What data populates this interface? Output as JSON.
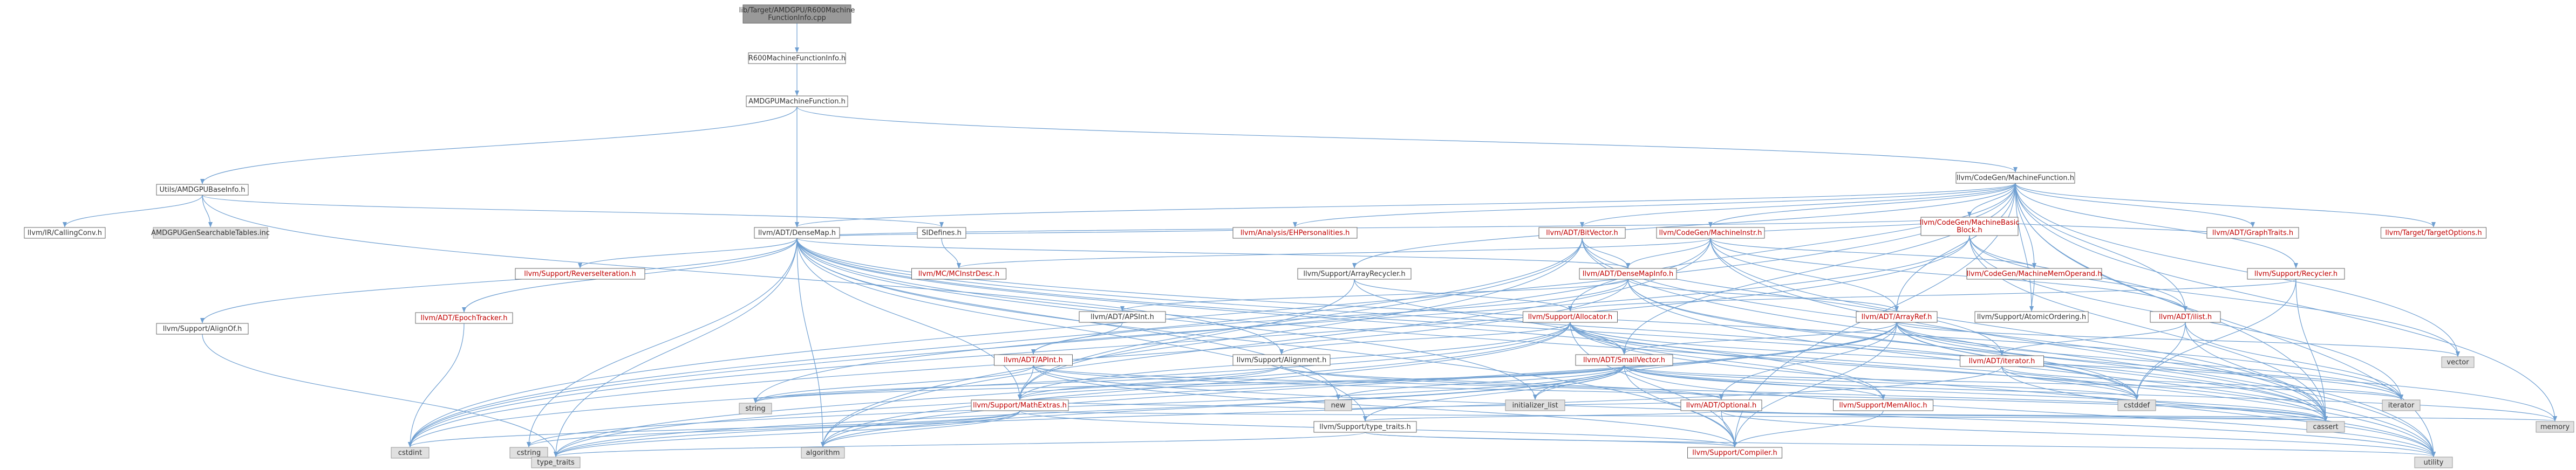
{
  "colors": {
    "edge": "#6f9fd1",
    "node_border": "#666666",
    "node_fill": "#ffffff",
    "root_fill": "#999999",
    "ext_fill": "#e0e0e0",
    "ext_border": "#999999",
    "red_text": "#c00000",
    "black_text": "#333333"
  },
  "nodes": [
    {
      "id": "root",
      "label": [
        "lib/Target/AMDGPU/R600Machine",
        "FunctionInfo.cpp"
      ],
      "kind": "root"
    },
    {
      "id": "r600mfi",
      "label": [
        "R600MachineFunctionInfo.h"
      ],
      "kind": "normal"
    },
    {
      "id": "amdgpumf",
      "label": [
        "AMDGPUMachineFunction.h"
      ],
      "kind": "normal"
    },
    {
      "id": "utilsbase",
      "label": [
        "Utils/AMDGPUBaseInfo.h"
      ],
      "kind": "normal"
    },
    {
      "id": "callingconv",
      "label": [
        "llvm/IR/CallingConv.h"
      ],
      "kind": "normal"
    },
    {
      "id": "gentables",
      "label": [
        "AMDGPUGenSearchableTables.inc"
      ],
      "kind": "ext"
    },
    {
      "id": "sidefines",
      "label": [
        "SIDefines.h"
      ],
      "kind": "normal"
    },
    {
      "id": "densemap",
      "label": [
        "llvm/ADT/DenseMap.h"
      ],
      "kind": "normal"
    },
    {
      "id": "mcinstrdesc",
      "label": [
        "llvm/MC/MCInstrDesc.h"
      ],
      "kind": "red"
    },
    {
      "id": "machinefunction",
      "label": [
        "llvm/CodeGen/MachineFunction.h"
      ],
      "kind": "normal"
    },
    {
      "id": "ehpers",
      "label": [
        "llvm/Analysis/EHPersonalities.h"
      ],
      "kind": "red"
    },
    {
      "id": "mbb",
      "label": [
        "llvm/CodeGen/MachineBasic",
        "Block.h"
      ],
      "kind": "red"
    },
    {
      "id": "targetoptions",
      "label": [
        "llvm/Target/TargetOptions.h"
      ],
      "kind": "red"
    },
    {
      "id": "bitvector",
      "label": [
        "llvm/ADT/BitVector.h"
      ],
      "kind": "red"
    },
    {
      "id": "machineinstr",
      "label": [
        "llvm/CodeGen/MachineInstr.h"
      ],
      "kind": "red"
    },
    {
      "id": "graphtraits",
      "label": [
        "llvm/ADT/GraphTraits.h"
      ],
      "kind": "red"
    },
    {
      "id": "arrayrecycler",
      "label": [
        "llvm/Support/ArrayRecycler.h"
      ],
      "kind": "normal"
    },
    {
      "id": "densemapinfo",
      "label": [
        "llvm/ADT/DenseMapInfo.h"
      ],
      "kind": "red"
    },
    {
      "id": "mmo",
      "label": [
        "llvm/CodeGen/MachineMemOperand.h"
      ],
      "kind": "red"
    },
    {
      "id": "recycler",
      "label": [
        "llvm/Support/Recycler.h"
      ],
      "kind": "red"
    },
    {
      "id": "ilist",
      "label": [
        "llvm/ADT/ilist.h"
      ],
      "kind": "red"
    },
    {
      "id": "atomicordering",
      "label": [
        "llvm/Support/AtomicOrdering.h"
      ],
      "kind": "normal"
    },
    {
      "id": "reverseiter",
      "label": [
        "llvm/Support/ReverseIteration.h"
      ],
      "kind": "red"
    },
    {
      "id": "epochtracker",
      "label": [
        "llvm/ADT/EpochTracker.h"
      ],
      "kind": "red"
    },
    {
      "id": "alignof",
      "label": [
        "llvm/Support/AlignOf.h"
      ],
      "kind": "normal"
    },
    {
      "id": "apsint",
      "label": [
        "llvm/ADT/APSInt.h"
      ],
      "kind": "normal"
    },
    {
      "id": "allocator",
      "label": [
        "llvm/Support/Allocator.h"
      ],
      "kind": "red"
    },
    {
      "id": "arrayref",
      "label": [
        "llvm/ADT/ArrayRef.h"
      ],
      "kind": "red"
    },
    {
      "id": "apint",
      "label": [
        "llvm/ADT/APInt.h"
      ],
      "kind": "red"
    },
    {
      "id": "alignment",
      "label": [
        "llvm/Support/Alignment.h"
      ],
      "kind": "normal"
    },
    {
      "id": "smallvector",
      "label": [
        "llvm/ADT/SmallVector.h"
      ],
      "kind": "red"
    },
    {
      "id": "iterator",
      "label": [
        "llvm/ADT/iterator.h"
      ],
      "kind": "red"
    },
    {
      "id": "mathextras",
      "label": [
        "llvm/Support/MathExtras.h"
      ],
      "kind": "red"
    },
    {
      "id": "optional",
      "label": [
        "llvm/ADT/Optional.h"
      ],
      "kind": "red"
    },
    {
      "id": "memalloc",
      "label": [
        "llvm/Support/MemAlloc.h"
      ],
      "kind": "red"
    },
    {
      "id": "typetraitsh",
      "label": [
        "llvm/Support/type_traits.h"
      ],
      "kind": "normal"
    },
    {
      "id": "compiler",
      "label": [
        "llvm/Support/Compiler.h"
      ],
      "kind": "red"
    },
    {
      "id": "vector",
      "label": [
        "vector"
      ],
      "kind": "ext"
    },
    {
      "id": "cstddef",
      "label": [
        "cstddef"
      ],
      "kind": "ext"
    },
    {
      "id": "iteratorstd",
      "label": [
        "iterator"
      ],
      "kind": "ext"
    },
    {
      "id": "memory",
      "label": [
        "memory"
      ],
      "kind": "ext"
    },
    {
      "id": "initlist",
      "label": [
        "initializer_list"
      ],
      "kind": "ext"
    },
    {
      "id": "string",
      "label": [
        "string"
      ],
      "kind": "ext"
    },
    {
      "id": "cstdint",
      "label": [
        "cstdint"
      ],
      "kind": "ext"
    },
    {
      "id": "cstring",
      "label": [
        "cstring"
      ],
      "kind": "ext"
    },
    {
      "id": "algorithm",
      "label": [
        "algorithm"
      ],
      "kind": "ext"
    },
    {
      "id": "new",
      "label": [
        "new"
      ],
      "kind": "ext"
    },
    {
      "id": "cassert",
      "label": [
        "cassert"
      ],
      "kind": "ext"
    },
    {
      "id": "typetraits",
      "label": [
        "type_traits"
      ],
      "kind": "ext"
    },
    {
      "id": "utility",
      "label": [
        "utility"
      ],
      "kind": "ext"
    }
  ],
  "edges": [
    [
      "root",
      "r600mfi"
    ],
    [
      "r600mfi",
      "amdgpumf"
    ],
    [
      "amdgpumf",
      "utilsbase"
    ],
    [
      "amdgpumf",
      "densemap"
    ],
    [
      "amdgpumf",
      "machinefunction"
    ],
    [
      "utilsbase",
      "callingconv"
    ],
    [
      "utilsbase",
      "gentables"
    ],
    [
      "utilsbase",
      "sidefines"
    ],
    [
      "utilsbase",
      "alignment"
    ],
    [
      "sidefines",
      "mcinstrdesc"
    ],
    [
      "densemap",
      "densemapinfo"
    ],
    [
      "densemap",
      "epochtracker"
    ],
    [
      "densemap",
      "alignof"
    ],
    [
      "densemap",
      "reverseiter"
    ],
    [
      "densemap",
      "compiler"
    ],
    [
      "densemap",
      "mathextras"
    ],
    [
      "densemap",
      "memalloc"
    ],
    [
      "densemap",
      "typetraitsh"
    ],
    [
      "densemap",
      "algorithm"
    ],
    [
      "densemap",
      "cassert"
    ],
    [
      "densemap",
      "cstddef"
    ],
    [
      "densemap",
      "cstring"
    ],
    [
      "densemap",
      "iteratorstd"
    ],
    [
      "densemap",
      "new"
    ],
    [
      "densemap",
      "typetraits"
    ],
    [
      "densemap",
      "utility"
    ],
    [
      "densemap",
      "initlist"
    ],
    [
      "machinefunction",
      "ehpers"
    ],
    [
      "machinefunction",
      "mbb"
    ],
    [
      "machinefunction",
      "targetoptions"
    ],
    [
      "machinefunction",
      "bitvector"
    ],
    [
      "machinefunction",
      "machineinstr"
    ],
    [
      "machinefunction",
      "graphtraits"
    ],
    [
      "machinefunction",
      "arrayrecycler"
    ],
    [
      "machinefunction",
      "densemap"
    ],
    [
      "machinefunction",
      "mmo"
    ],
    [
      "machinefunction",
      "recycler"
    ],
    [
      "machinefunction",
      "ilist"
    ],
    [
      "machinefunction",
      "atomicordering"
    ],
    [
      "machinefunction",
      "allocator"
    ],
    [
      "machinefunction",
      "arrayref"
    ],
    [
      "machinefunction",
      "smallvector"
    ],
    [
      "machinefunction",
      "compiler"
    ],
    [
      "machinefunction",
      "cassert"
    ],
    [
      "machinefunction",
      "cstdint"
    ],
    [
      "machinefunction",
      "memory"
    ],
    [
      "machinefunction",
      "utility"
    ],
    [
      "machinefunction",
      "vector"
    ],
    [
      "ehpers",
      "densemap"
    ],
    [
      "mbb",
      "densemap"
    ],
    [
      "mbb",
      "graphtraits"
    ],
    [
      "mbb",
      "ilist"
    ],
    [
      "mbb",
      "machineinstr"
    ],
    [
      "mbb",
      "iteratorstd"
    ],
    [
      "mbb",
      "cassert"
    ],
    [
      "mbb",
      "cstdint"
    ],
    [
      "mbb",
      "string"
    ],
    [
      "mbb",
      "vector"
    ],
    [
      "bitvector",
      "densemapinfo"
    ],
    [
      "bitvector",
      "iterator"
    ],
    [
      "bitvector",
      "mathextras"
    ],
    [
      "bitvector",
      "algorithm"
    ],
    [
      "bitvector",
      "cassert"
    ],
    [
      "bitvector",
      "climits"
    ],
    [
      "bitvector",
      "cstdint"
    ],
    [
      "bitvector",
      "cstdlib"
    ],
    [
      "bitvector",
      "utility"
    ],
    [
      "machineinstr",
      "densemapinfo"
    ],
    [
      "machineinstr",
      "arrayref"
    ],
    [
      "machineinstr",
      "ilist"
    ],
    [
      "machineinstr",
      "mmo"
    ],
    [
      "machineinstr",
      "mcinstrdesc"
    ],
    [
      "machineinstr",
      "algorithm"
    ],
    [
      "machineinstr",
      "cassert"
    ],
    [
      "machineinstr",
      "cstdint"
    ],
    [
      "machineinstr",
      "utility"
    ],
    [
      "arrayrecycler",
      "smallvector"
    ],
    [
      "arrayrecycler",
      "allocator"
    ],
    [
      "arrayrecycler",
      "mathextras"
    ],
    [
      "densemapinfo",
      "apint"
    ],
    [
      "densemapinfo",
      "apsint"
    ],
    [
      "densemapinfo",
      "arrayref"
    ],
    [
      "densemapinfo",
      "cassert"
    ],
    [
      "densemapinfo",
      "cstddef"
    ],
    [
      "densemapinfo",
      "cstdint"
    ],
    [
      "densemapinfo",
      "utility"
    ],
    [
      "mmo",
      "atomicordering"
    ],
    [
      "recycler",
      "allocator"
    ],
    [
      "recycler",
      "cassert"
    ],
    [
      "ilist",
      "iterator"
    ],
    [
      "ilist",
      "cassert"
    ],
    [
      "ilist",
      "cstddef"
    ],
    [
      "ilist",
      "iteratorstd"
    ],
    [
      "apsint",
      "apint"
    ],
    [
      "allocator",
      "alignment"
    ],
    [
      "allocator",
      "smallvector"
    ],
    [
      "allocator",
      "compiler"
    ],
    [
      "allocator",
      "mathextras"
    ],
    [
      "allocator",
      "memalloc"
    ],
    [
      "allocator",
      "algorithm"
    ],
    [
      "allocator",
      "cassert"
    ],
    [
      "allocator",
      "cstddef"
    ],
    [
      "allocator",
      "cstdint"
    ],
    [
      "allocator",
      "iteratorstd"
    ],
    [
      "allocator",
      "typetraits"
    ],
    [
      "allocator",
      "utility"
    ],
    [
      "arrayref",
      "smallvector"
    ],
    [
      "arrayref",
      "iterator"
    ],
    [
      "arrayref",
      "optional"
    ],
    [
      "arrayref",
      "compiler"
    ],
    [
      "arrayref",
      "algorithm"
    ],
    [
      "arrayref",
      "cassert"
    ],
    [
      "arrayref",
      "cstddef"
    ],
    [
      "arrayref",
      "initlist"
    ],
    [
      "arrayref",
      "iteratorstd"
    ],
    [
      "arrayref",
      "memory"
    ],
    [
      "arrayref",
      "typetraits"
    ],
    [
      "arrayref",
      "vector"
    ],
    [
      "apint",
      "mathextras"
    ],
    [
      "apint",
      "compiler"
    ],
    [
      "apint",
      "cassert"
    ],
    [
      "apint",
      "optional"
    ],
    [
      "apint",
      "utility"
    ],
    [
      "apint",
      "string"
    ],
    [
      "alignment",
      "mathextras"
    ],
    [
      "alignment",
      "cassert"
    ],
    [
      "alignment",
      "optional"
    ],
    [
      "alignment",
      "string"
    ],
    [
      "smallvector",
      "compiler"
    ],
    [
      "smallvector",
      "mathextras"
    ],
    [
      "smallvector",
      "memalloc"
    ],
    [
      "smallvector",
      "typetraitsh"
    ],
    [
      "smallvector",
      "algorithm"
    ],
    [
      "smallvector",
      "cassert"
    ],
    [
      "smallvector",
      "cstddef"
    ],
    [
      "smallvector",
      "cstring"
    ],
    [
      "smallvector",
      "initlist"
    ],
    [
      "smallvector",
      "iteratorstd"
    ],
    [
      "smallvector",
      "memory"
    ],
    [
      "smallvector",
      "new"
    ],
    [
      "smallvector",
      "typetraits"
    ],
    [
      "smallvector",
      "utility"
    ],
    [
      "smallvector",
      "string"
    ],
    [
      "iterator",
      "iteratorstd"
    ],
    [
      "iterator",
      "cstddef"
    ],
    [
      "iterator",
      "typetraits"
    ],
    [
      "iterator",
      "utility"
    ],
    [
      "mathextras",
      "compiler"
    ],
    [
      "mathextras",
      "cassert"
    ],
    [
      "mathextras",
      "cstdint"
    ],
    [
      "mathextras",
      "cstring"
    ],
    [
      "mathextras",
      "typetraits"
    ],
    [
      "mathextras",
      "algorithm"
    ],
    [
      "mathextras",
      "new"
    ],
    [
      "optional",
      "compiler"
    ],
    [
      "optional",
      "typetraitsh"
    ],
    [
      "optional",
      "cassert"
    ],
    [
      "optional",
      "memory"
    ],
    [
      "optional",
      "new"
    ],
    [
      "optional",
      "utility"
    ],
    [
      "memalloc",
      "compiler"
    ],
    [
      "typetraitsh",
      "compiler"
    ],
    [
      "typetraitsh",
      "typetraits"
    ],
    [
      "typetraitsh",
      "utility"
    ],
    [
      "alignof",
      "typetraits"
    ],
    [
      "epochtracker",
      "cstdint"
    ],
    [
      "recycler",
      "cstddef"
    ]
  ]
}
